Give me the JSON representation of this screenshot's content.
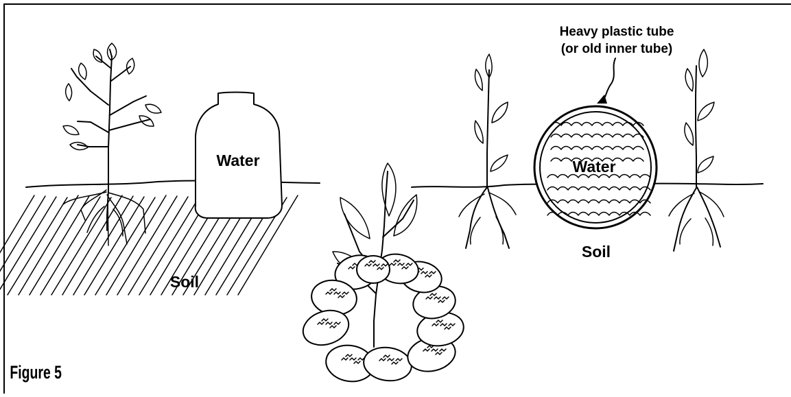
{
  "figure": {
    "caption": "Figure 5",
    "left_panel": {
      "container_label": "Water",
      "ground_label": "Soil"
    },
    "middle_panel": {},
    "right_panel": {
      "callout_line1": "Heavy plastic tube",
      "callout_line2": "(or old inner tube)",
      "container_label": "Water",
      "ground_label": "Soil"
    }
  }
}
